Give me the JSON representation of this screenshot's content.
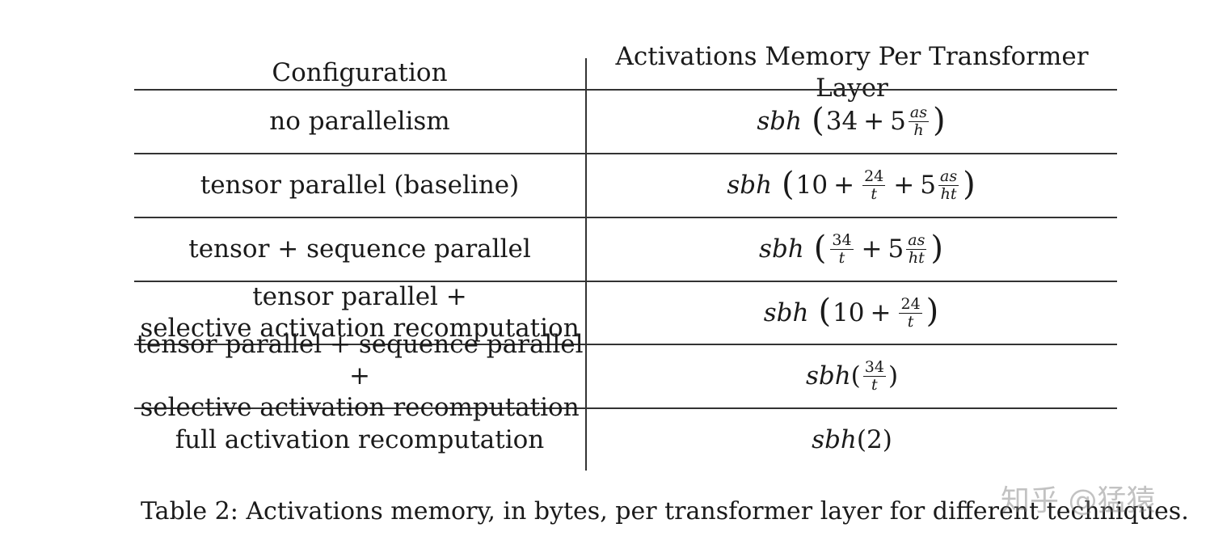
{
  "table": {
    "headers": {
      "configuration": "Configuration",
      "memory": "Activations Memory Per Transformer Layer"
    },
    "rows": [
      {
        "config_lines": [
          "no parallelism"
        ],
        "formula": [
          {
            "t": "var",
            "v": "sbh"
          },
          {
            "t": "paren",
            "v": "("
          },
          {
            "t": "txt",
            "v": "34"
          },
          {
            "t": "op",
            "v": "+"
          },
          {
            "t": "txt",
            "v": "5"
          },
          {
            "t": "frac",
            "num": "as",
            "den": "h"
          },
          {
            "t": "paren",
            "v": ")"
          }
        ]
      },
      {
        "config_lines": [
          "tensor parallel (baseline)"
        ],
        "formula": [
          {
            "t": "var",
            "v": "sbh"
          },
          {
            "t": "paren",
            "v": "("
          },
          {
            "t": "txt",
            "v": "10"
          },
          {
            "t": "op",
            "v": "+"
          },
          {
            "t": "frac",
            "num": "24",
            "den": "t"
          },
          {
            "t": "op",
            "v": "+"
          },
          {
            "t": "txt",
            "v": "5"
          },
          {
            "t": "frac",
            "num": "as",
            "den": "ht"
          },
          {
            "t": "paren",
            "v": ")"
          }
        ]
      },
      {
        "config_lines": [
          "tensor + sequence parallel"
        ],
        "formula": [
          {
            "t": "var",
            "v": "sbh"
          },
          {
            "t": "paren",
            "v": "("
          },
          {
            "t": "frac",
            "num": "34",
            "den": "t"
          },
          {
            "t": "op",
            "v": "+"
          },
          {
            "t": "txt",
            "v": "5"
          },
          {
            "t": "frac",
            "num": "as",
            "den": "ht"
          },
          {
            "t": "paren",
            "v": ")"
          }
        ]
      },
      {
        "config_lines": [
          "tensor parallel +",
          "selective activation recomputation"
        ],
        "formula": [
          {
            "t": "var",
            "v": "sbh"
          },
          {
            "t": "paren",
            "v": "("
          },
          {
            "t": "txt",
            "v": "10"
          },
          {
            "t": "op",
            "v": "+"
          },
          {
            "t": "frac",
            "num": "24",
            "den": "t"
          },
          {
            "t": "paren",
            "v": ")"
          }
        ]
      },
      {
        "config_lines": [
          "tensor parallel + sequence parallel +",
          "selective activation recomputation"
        ],
        "formula": [
          {
            "t": "var",
            "v": "sbh"
          },
          {
            "t": "txt",
            "v": "("
          },
          {
            "t": "frac",
            "num": "34",
            "den": "t"
          },
          {
            "t": "txt",
            "v": ")"
          }
        ]
      },
      {
        "config_lines": [
          "full activation recomputation"
        ],
        "formula": [
          {
            "t": "var",
            "v": "sbh"
          },
          {
            "t": "txt",
            "v": "(2)"
          }
        ]
      }
    ]
  },
  "caption": "Table 2: Activations memory, in bytes, per transformer layer for different techniques.",
  "watermark": "知乎 @猛猿"
}
